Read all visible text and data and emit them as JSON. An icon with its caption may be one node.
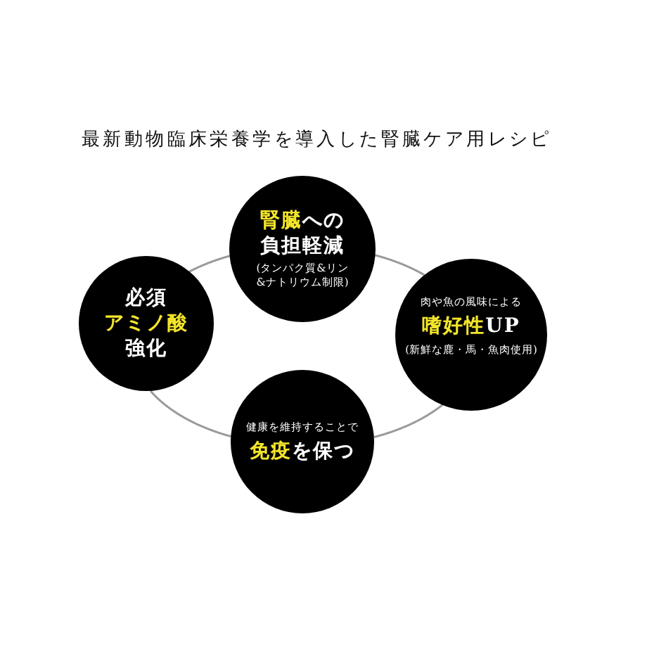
{
  "diagram": {
    "title": "最新動物臨床栄養学を導入した腎臓ケア用レシピ",
    "nodes": [
      {
        "text": [
          "**腎臓**への負担軽減",
          "(タンパク質&リン&ナトリウム制限)"
        ]
      },
      {
        "text": [
          "必須**アミノ酸**強化"
        ]
      },
      {
        "text": [
          "肉や魚の風味による",
          "**嗜好性**UP",
          "(新鮮な鹿・馬・魚肉使用)"
        ]
      },
      {
        "text": [
          "健康を維持することで",
          "**免疫**を保つ"
        ]
      }
    ],
    "edges": [
      {
        "from": 0,
        "to": 2,
        "arrow": "none"
      },
      {
        "from": 2,
        "to": 3,
        "arrow": "none"
      },
      {
        "from": 3,
        "to": 1,
        "arrow": "none"
      },
      {
        "from": 1,
        "to": 0,
        "arrow": "none"
      }
    ]
  }
}
